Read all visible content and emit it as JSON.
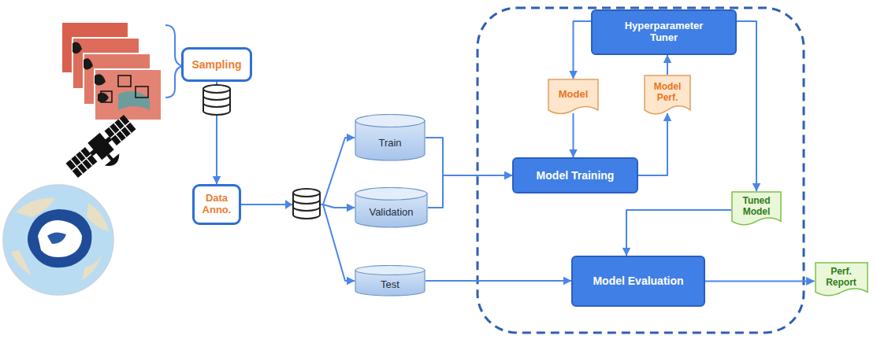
{
  "diagram": {
    "nodes": [
      {
        "text": [
          "Sampling"
        ]
      },
      {
        "text": [
          "Data Anno."
        ]
      },
      {
        "text": [
          "Train"
        ]
      },
      {
        "text": [
          "Validation"
        ]
      },
      {
        "text": [
          "Test"
        ]
      },
      {
        "text": [
          "Hyperparameter Tuner"
        ]
      },
      {
        "text": [
          "Model"
        ]
      },
      {
        "text": [
          "Model Perf."
        ]
      },
      {
        "text": [
          "Model Training"
        ]
      },
      {
        "text": [
          "Tuned Model"
        ]
      },
      {
        "text": [
          "Model Evaluation"
        ]
      },
      {
        "text": [
          "Perf. Report"
        ]
      }
    ],
    "edges": [
      {
        "from": 0,
        "to": 1,
        "arrow": "to"
      },
      {
        "from": 1,
        "to": 2,
        "arrow": "to"
      },
      {
        "from": 1,
        "to": 3,
        "arrow": "to"
      },
      {
        "from": 1,
        "to": 4,
        "arrow": "to"
      },
      {
        "from": 2,
        "to": 8,
        "arrow": "to"
      },
      {
        "from": 3,
        "to": 8,
        "arrow": "to"
      },
      {
        "from": 4,
        "to": 10,
        "arrow": "to"
      },
      {
        "from": 5,
        "to": 6,
        "arrow": "to"
      },
      {
        "from": 6,
        "to": 8,
        "arrow": "to"
      },
      {
        "from": 8,
        "to": 7,
        "arrow": "to"
      },
      {
        "from": 7,
        "to": 5,
        "arrow": "to"
      },
      {
        "from": 5,
        "to": 9,
        "arrow": "to"
      },
      {
        "from": 9,
        "to": 10,
        "arrow": "to"
      },
      {
        "from": 10,
        "to": 11,
        "arrow": "to"
      }
    ]
  }
}
